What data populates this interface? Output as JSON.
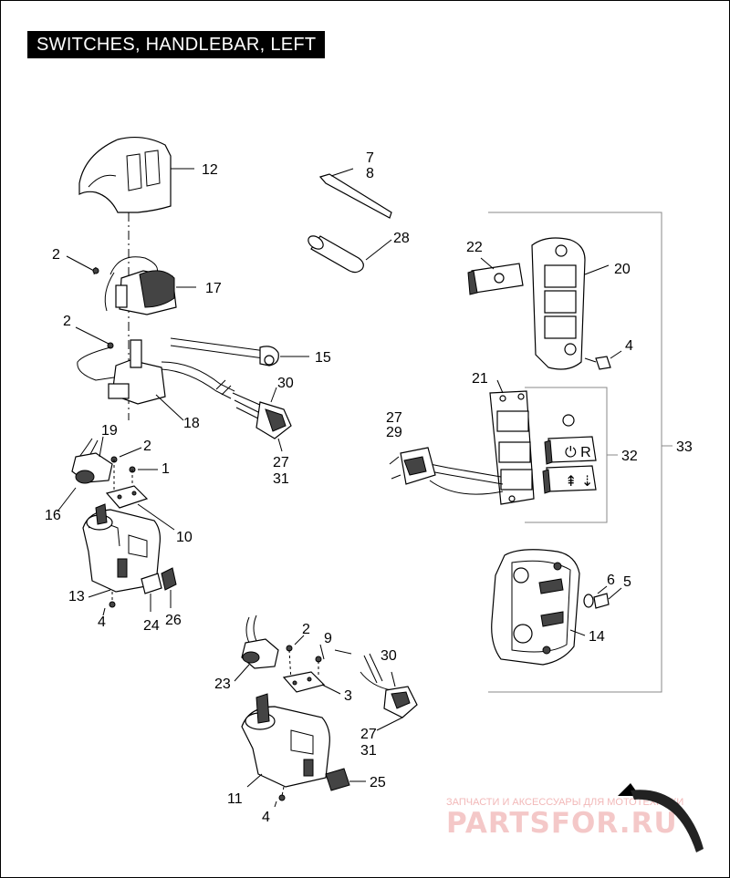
{
  "title": "SWITCHES, HANDLEBAR, LEFT",
  "callouts": {
    "c12": "12",
    "c7": "7",
    "c8": "8",
    "c28": "28",
    "c22": "22",
    "c20": "20",
    "c2a": "2",
    "c17": "17",
    "c2b": "2",
    "c15": "15",
    "c30a": "30",
    "c18": "18",
    "c27a": "27",
    "c31a": "31",
    "c19": "19",
    "c2c": "2",
    "c1": "1",
    "c16": "16",
    "c10": "10",
    "c13": "13",
    "c4a": "4",
    "c24": "24",
    "c26": "26",
    "c4b": "4",
    "c21": "21",
    "c27b": "27",
    "c29": "29",
    "c32": "32",
    "c33": "33",
    "c6": "6",
    "c5": "5",
    "c14": "14",
    "c2d": "2",
    "c9": "9",
    "c23": "23",
    "c3": "3",
    "c30b": "30",
    "c27c": "27",
    "c31b": "31",
    "c11": "11",
    "c25": "25",
    "c4c": "4"
  },
  "watermark": {
    "tagline": "ЗАПЧАСТИ И АКСЕССУАРЫ ДЛЯ МОТОТЕХНИКИ",
    "brand": "PARTSFOR.RU"
  }
}
